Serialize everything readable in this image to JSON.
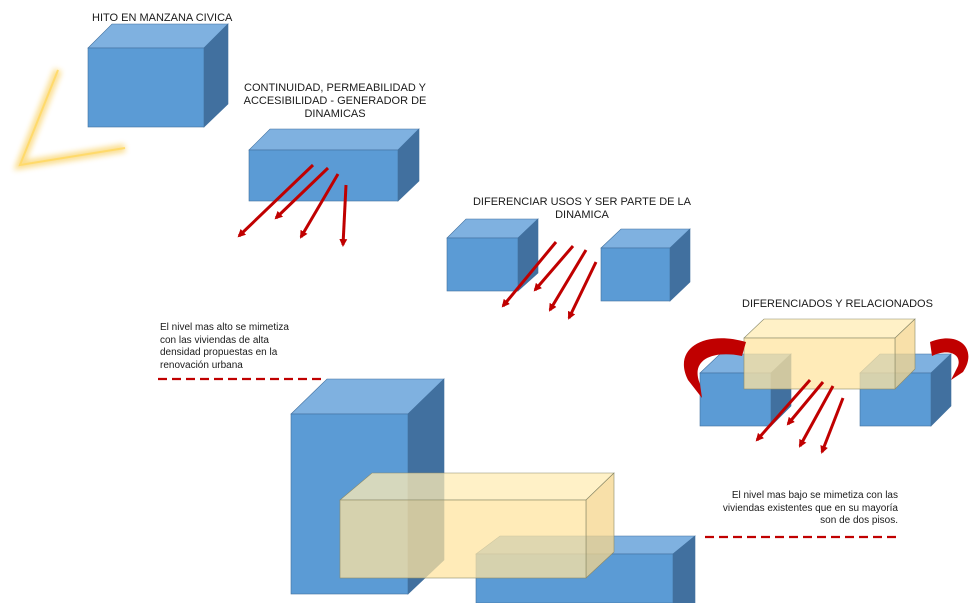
{
  "labels": {
    "hito": "HITO EN MANZANA CIVICA",
    "continuidad": "CONTINUIDAD, PERMEABILIDAD Y\nACCESIBILIDAD - GENERADOR DE\nDINAMICAS",
    "diferenciar": "DIFERENCIAR  USOS Y SER PARTE DE LA\nDINAMICA",
    "diferenciados": "DIFERENCIADOS Y RELACIONADOS",
    "nivel_alto": "El nivel mas alto se mimetiza\ncon las viviendas de alta\ndensidad propuestas en la\nrenovación urbana",
    "nivel_bajo": "El nivel mas bajo se mimetiza con las\nviviendas existentes que en su mayoría\nson de dos pisos."
  },
  "colors": {
    "blue_front": "#5b9bd5",
    "blue_top": "#7fb1e0",
    "blue_side": "#41709f",
    "yellow_front": "rgba(255,228,160,0.75)",
    "yellow_top": "rgba(255,236,180,0.75)",
    "yellow_side": "rgba(245,214,140,0.75)",
    "arrow_red": "#c00000",
    "glow": "#f5b400"
  }
}
